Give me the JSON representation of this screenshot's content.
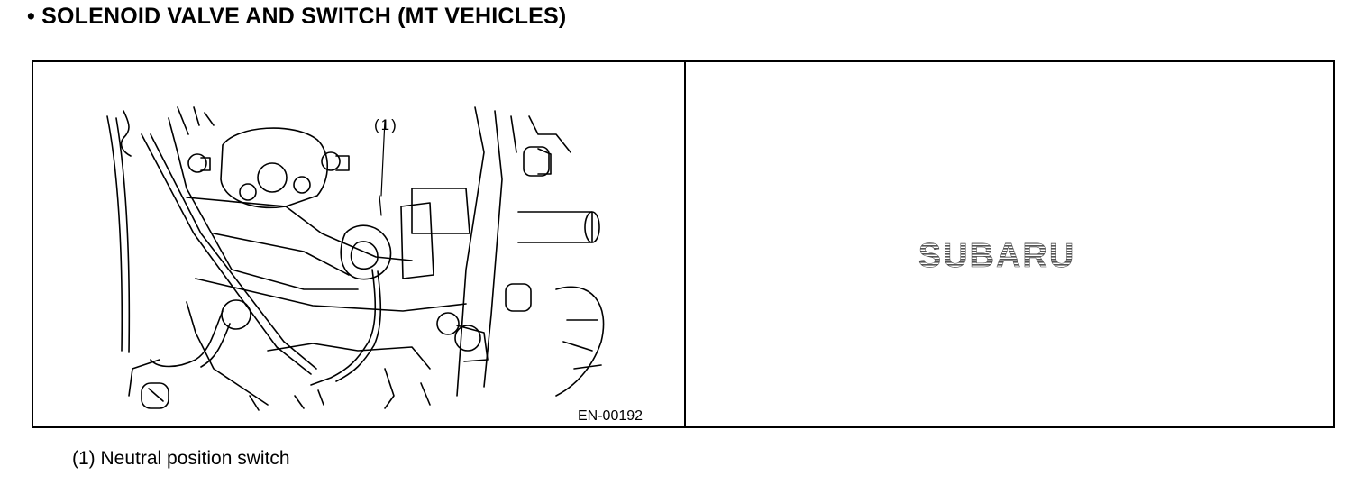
{
  "heading": "• SOLENOID VALVE AND SWITCH (MT VEHICLES)",
  "figure": {
    "callout_label": "(1)",
    "figure_code": "EN-00192",
    "logo_text": "SUBARU"
  },
  "caption": "(1) Neutral position switch"
}
